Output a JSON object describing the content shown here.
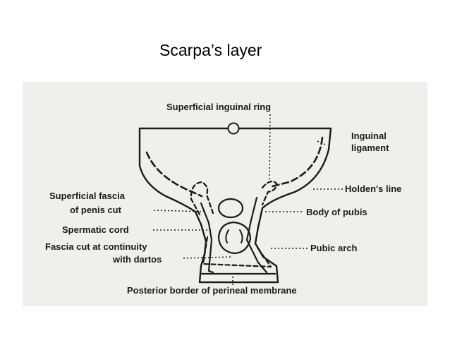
{
  "slide": {
    "title": "Scarpa’s layer"
  },
  "diagram": {
    "labels": {
      "superficial_inguinal_ring": "Superficial inguinal ring",
      "inguinal_ligament_1": "Inguinal",
      "inguinal_ligament_2": "ligament",
      "holdens_line": "Holden's line",
      "superficial_fascia_1": "Superficial fascia",
      "superficial_fascia_2": "of penis cut",
      "body_of_pubis": "Body of pubis",
      "spermatic_cord": "Spermatic cord",
      "fascia_cut_1": "Fascia cut at continuity",
      "fascia_cut_2": "with dartos",
      "pubic_arch": "Pubic arch",
      "posterior_border": "Posterior border of perineal membrane"
    }
  }
}
